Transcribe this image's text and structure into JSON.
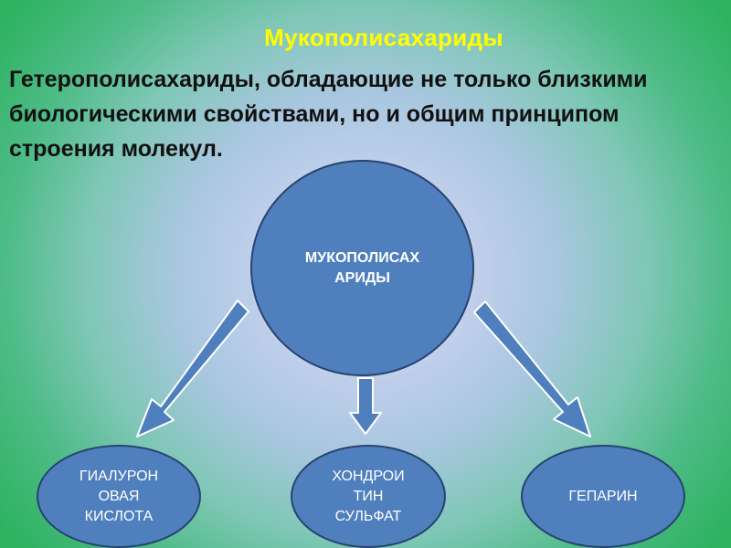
{
  "slide": {
    "title": "Мукополисахариды",
    "description": "Гетерополисахариды, обладающие не только близкими биологическими свойствами, но и общим принципом строения молекул."
  },
  "diagram": {
    "center": {
      "label": "МУКОПОЛИСАХ\nАРИДЫ"
    },
    "children": [
      {
        "label": "ГИАЛУРОН\nОВАЯ\nКИСЛОТА"
      },
      {
        "label": "ХОНДРОИ\nТИН\nСУЛЬФАТ"
      },
      {
        "label": "ГЕПАРИН"
      }
    ]
  },
  "colors": {
    "title": "#ffff00",
    "node_fill": "#4f7fbd",
    "node_border": "#27436f",
    "background_outer": "#2db25f",
    "background_inner": "#d8e1f3"
  }
}
